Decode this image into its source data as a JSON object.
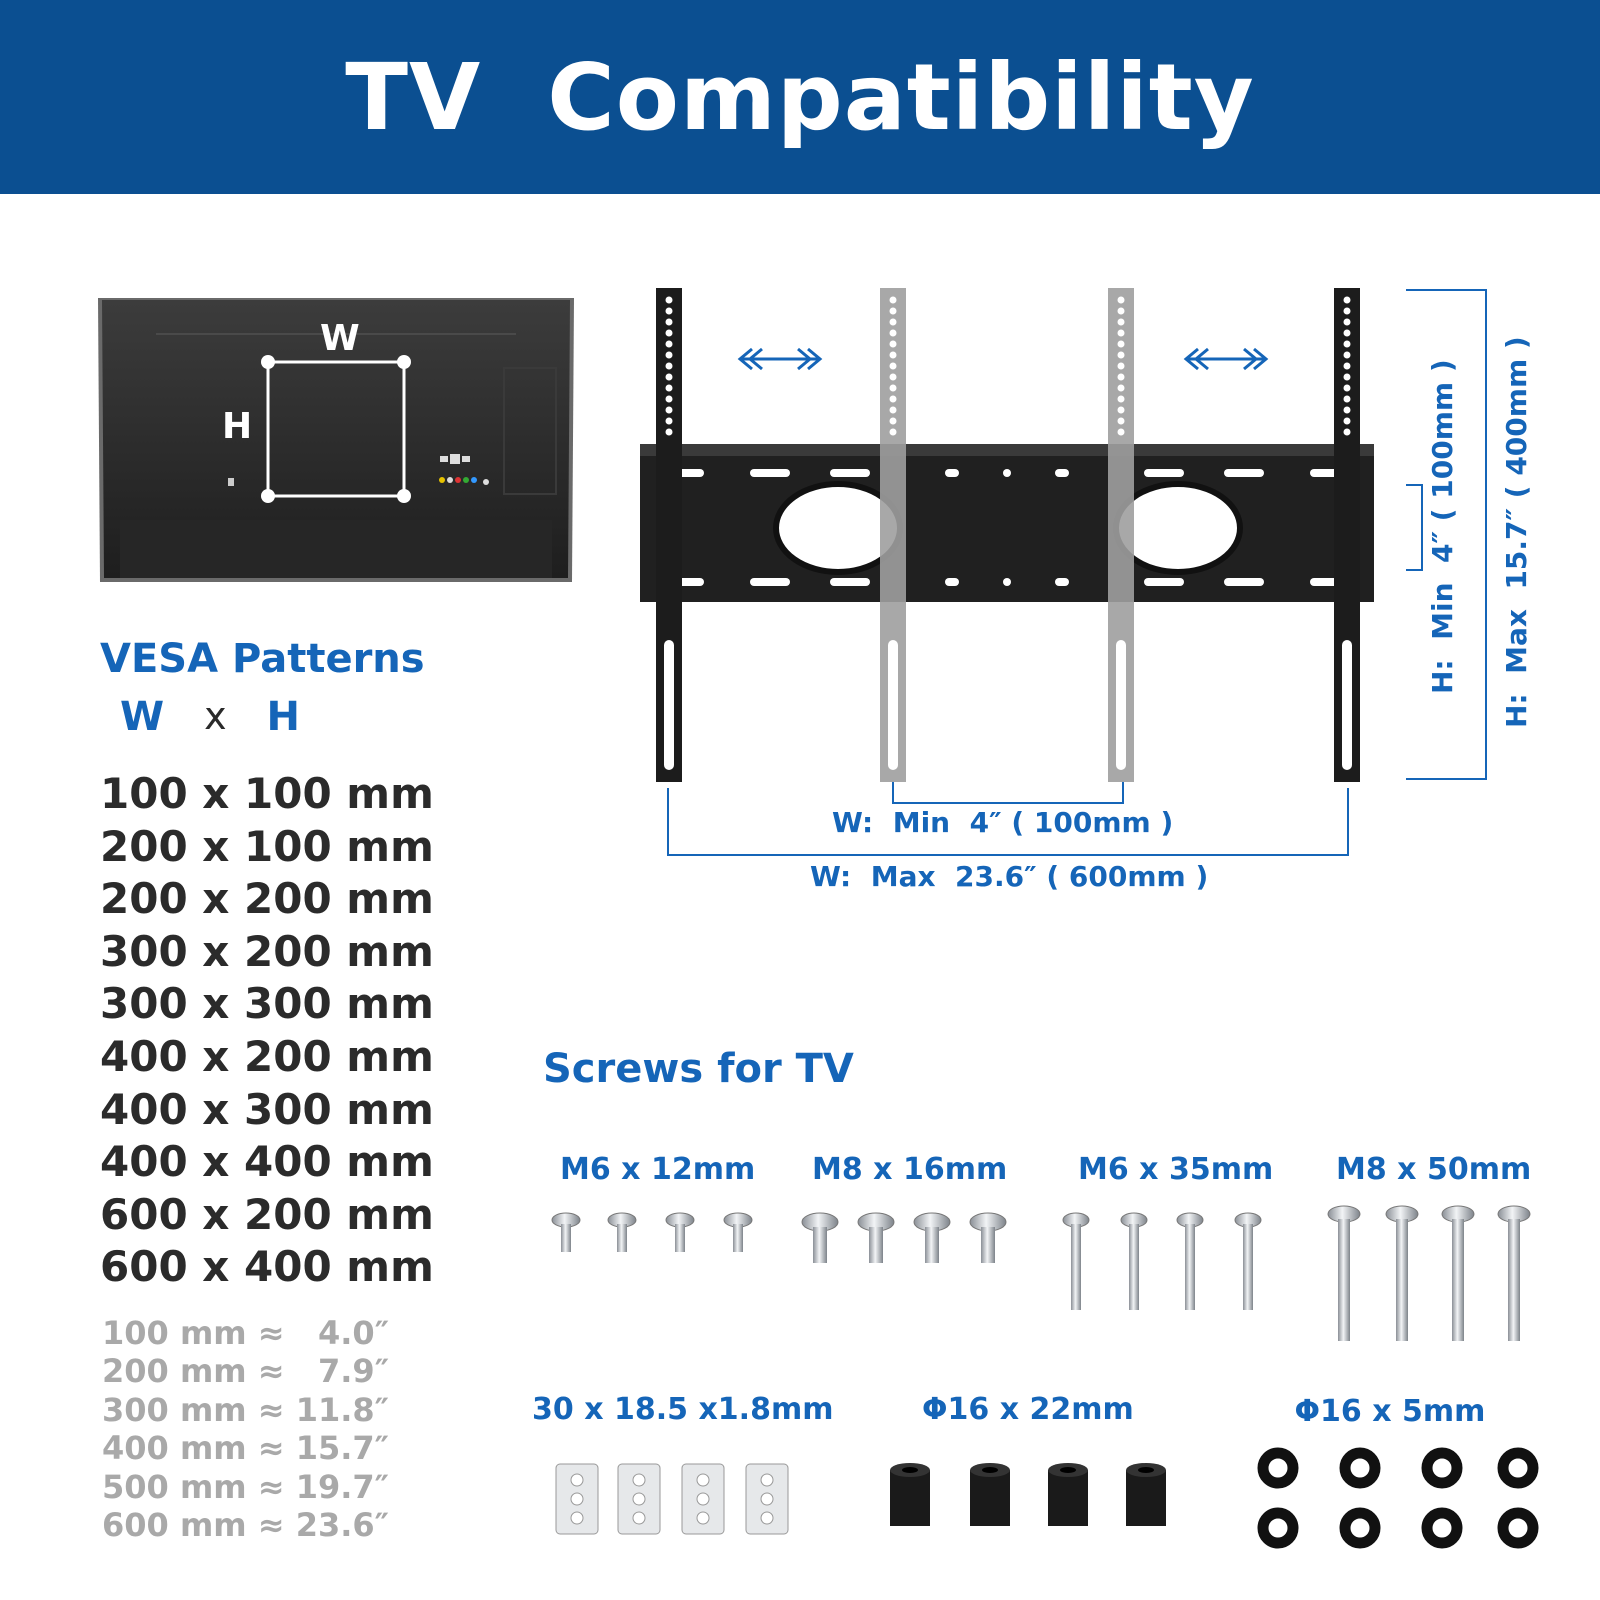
{
  "header": {
    "title": "TV  Compatibility"
  },
  "tv_diagram": {
    "w_label": "W",
    "h_label": "H"
  },
  "vesa": {
    "title": "VESA Patterns",
    "w": "W",
    "x": "x",
    "h": "H",
    "patterns": [
      "100 x 100 mm",
      "200 x 100 mm",
      "200 x 200 mm",
      "300 x 200 mm",
      "300 x 300 mm",
      "400 x 200 mm",
      "400 x 300 mm",
      "400 x 400 mm",
      "600 x 200 mm",
      "600 x 400 mm"
    ],
    "conversions": [
      "100 mm ≈   4.0″",
      "200 mm ≈   7.9″",
      "300 mm ≈ 11.8″",
      "400 mm ≈ 15.7″",
      "500 mm ≈ 19.7″",
      "600 mm ≈ 23.6″"
    ]
  },
  "mount": {
    "w_min": "W:  Min  4″ ( 100mm )",
    "w_max": "W:  Max  23.6″ ( 600mm )",
    "h_min": "H:  Min  4″ ( 100mm )",
    "h_max": "H:  Max  15.7″ ( 400mm )"
  },
  "screws": {
    "title": "Screws for TV",
    "items": [
      {
        "label": "M6 x 12mm"
      },
      {
        "label": "M8 x 16mm"
      },
      {
        "label": "M6 x 35mm"
      },
      {
        "label": "M8 x 50mm"
      },
      {
        "label": "30 x 18.5 x1.8mm"
      },
      {
        "label": "Φ16 x 22mm"
      },
      {
        "label": "Φ16 x 5mm"
      }
    ]
  },
  "colors": {
    "header_bg": "#0b4f91",
    "accent_blue": "#1565b8",
    "text_dark": "#2b2b2b",
    "text_gray": "#a9a9a9"
  }
}
